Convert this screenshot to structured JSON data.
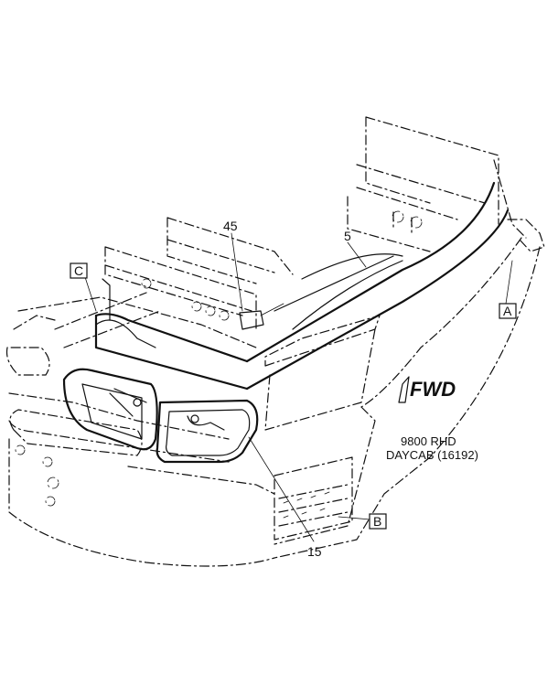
{
  "callouts": {
    "c45": "45",
    "c5": "5",
    "c15": "15",
    "boxA": "A",
    "boxB": "B",
    "boxC": "C"
  },
  "direction": "FWD",
  "caption": {
    "line1": "9800 RHD",
    "line2": "DAYCAB (16192)"
  }
}
